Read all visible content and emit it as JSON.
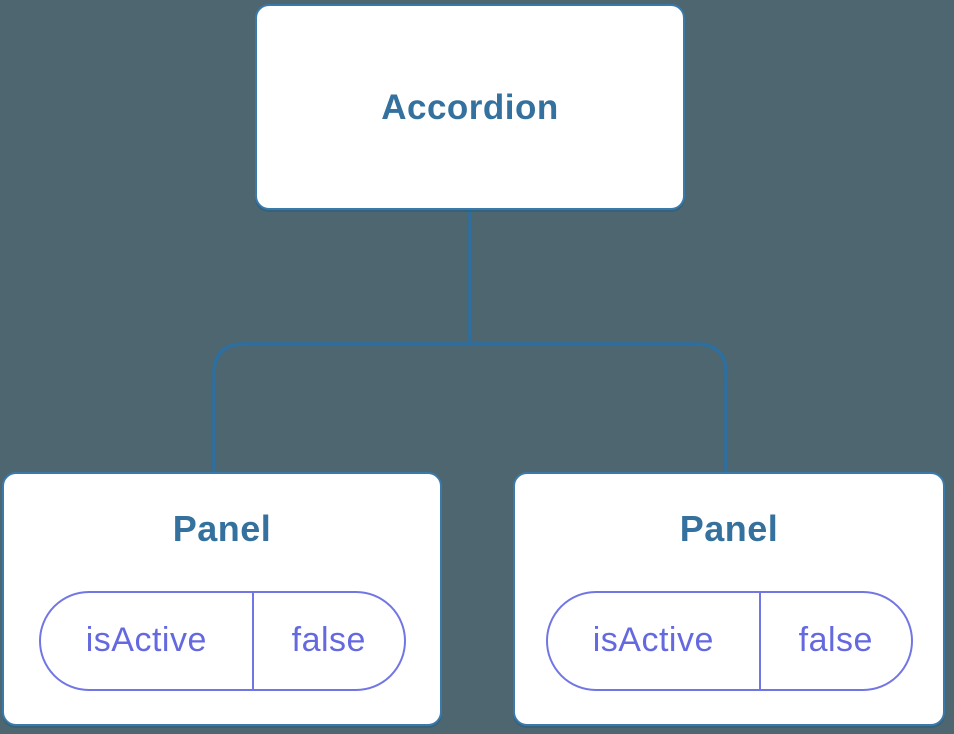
{
  "diagram": {
    "type": "component-tree",
    "root": {
      "label": "Accordion"
    },
    "children": [
      {
        "label": "Panel",
        "state": {
          "name": "isActive",
          "value": "false"
        }
      },
      {
        "label": "Panel",
        "state": {
          "name": "isActive",
          "value": "false"
        }
      }
    ],
    "colors": {
      "background": "#4d6670",
      "node_fill": "#ffffff",
      "node_border": "#3a7aab",
      "node_text": "#35719e",
      "connector": "#2d6fa0",
      "state_text": "#6469e0",
      "state_border": "#7276e4"
    }
  }
}
